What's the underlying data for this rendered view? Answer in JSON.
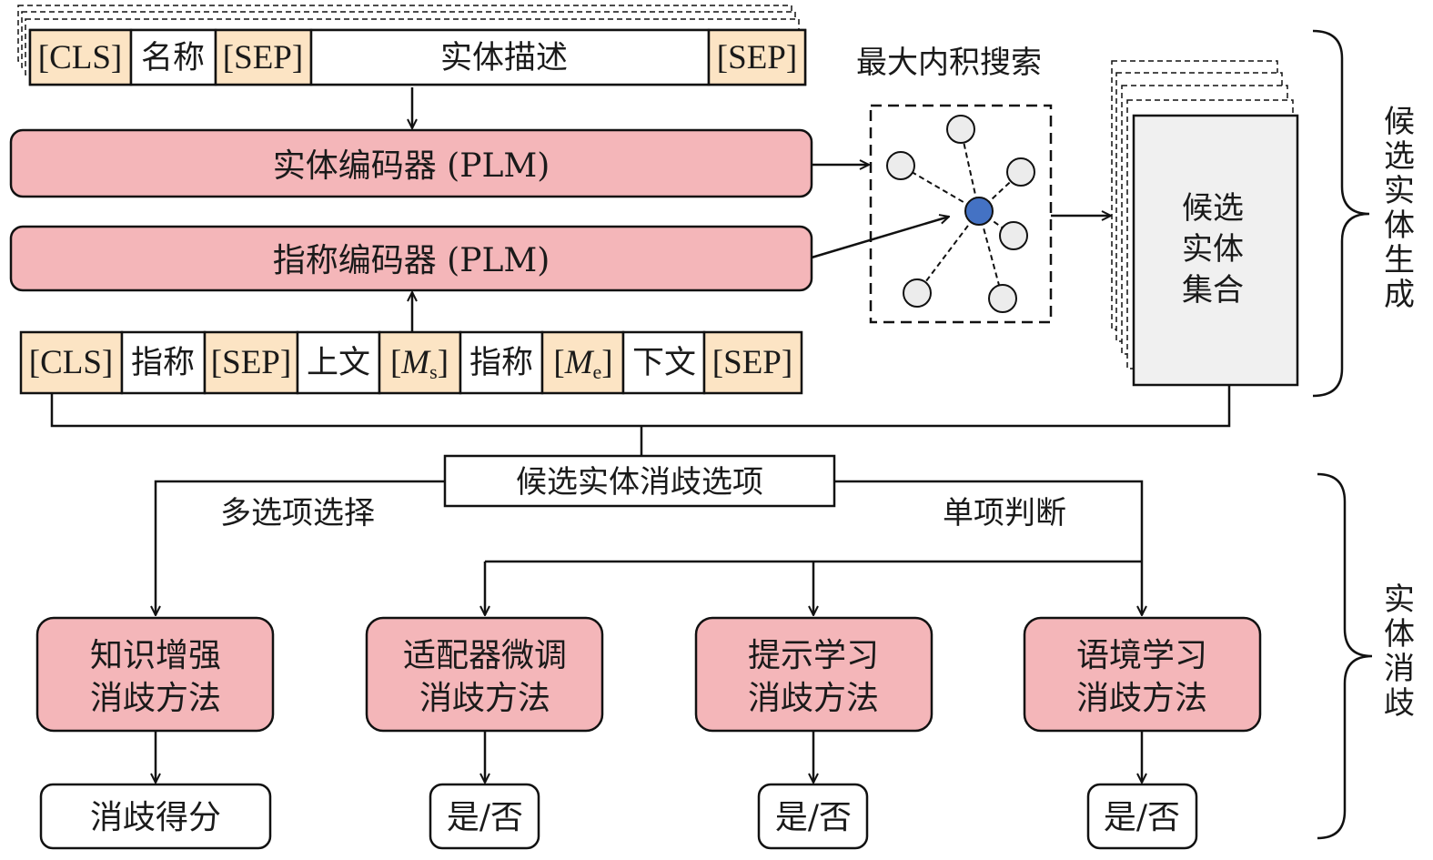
{
  "entity_input": {
    "tokens": [
      "[CLS]",
      "名称",
      "[SEP]",
      "实体描述",
      "[SEP]"
    ]
  },
  "mention_input": {
    "tokens": [
      "[CLS]",
      "指称",
      "[SEP]",
      "上文",
      "指称",
      "下文",
      "[SEP]"
    ],
    "marker_start": {
      "base": "M",
      "sub": "s"
    },
    "marker_end": {
      "base": "M",
      "sub": "e"
    }
  },
  "encoders": {
    "entity": "实体编码器 (PLM)",
    "mention": "指称编码器 (PLM)"
  },
  "search": {
    "title": "最大内积搜索"
  },
  "candidate_set": [
    "候选",
    "实体",
    "集合"
  ],
  "braces": {
    "generation": [
      "候",
      "选",
      "实",
      "体",
      "生",
      "成"
    ],
    "disambiguation": [
      "实",
      "体",
      "消",
      "歧"
    ]
  },
  "options": {
    "title": "候选实体消歧选项",
    "multi_choice": "多选项选择",
    "single_judge": "单项判断"
  },
  "methods": [
    {
      "lines": [
        "知识增强",
        "消歧方法"
      ],
      "output": "消歧得分"
    },
    {
      "lines": [
        "适配器微调",
        "消歧方法"
      ],
      "output": "是/否"
    },
    {
      "lines": [
        "提示学习",
        "消歧方法"
      ],
      "output": "是/否"
    },
    {
      "lines": [
        "语境学习",
        "消歧方法"
      ],
      "output": "是/否"
    }
  ],
  "colors": {
    "token_highlight": "#fce4c4",
    "encoder_fill": "#f4b6b9",
    "center_node": "#4472c4",
    "node_fill": "#ececec",
    "candidate_fill": "#f0f0f0"
  }
}
